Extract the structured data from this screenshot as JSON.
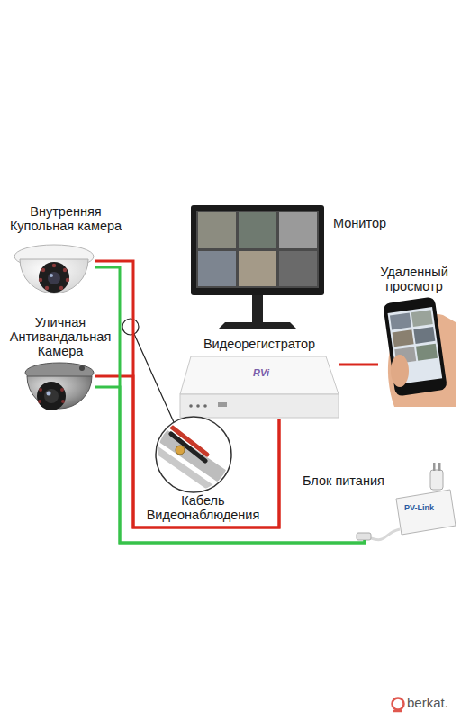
{
  "diagram": {
    "nodes": [
      {
        "text": [
          "Внутренняя Купольная камера"
        ]
      },
      {
        "text": [
          "Монитор"
        ]
      },
      {
        "text": [
          "Удаленный просмотр"
        ]
      },
      {
        "text": [
          "Уличная Антивандальная Камера"
        ]
      },
      {
        "text": [
          "Видеорегистратор"
        ]
      },
      {
        "text": [
          "Блок питания"
        ]
      }
    ],
    "edges": [
      {
        "from": 0,
        "to": 4,
        "arrow": "none"
      },
      {
        "from": 3,
        "to": 4,
        "arrow": "none"
      },
      {
        "from": 4,
        "to": 2,
        "arrow": "none"
      },
      {
        "from": 0,
        "to": 5,
        "arrow": "none"
      },
      {
        "from": 3,
        "to": 5,
        "arrow": "none"
      }
    ],
    "labels": [
      "Кабель Видеонаблюдения",
      "RVi",
      "PV-Link",
      "berkat."
    ]
  }
}
